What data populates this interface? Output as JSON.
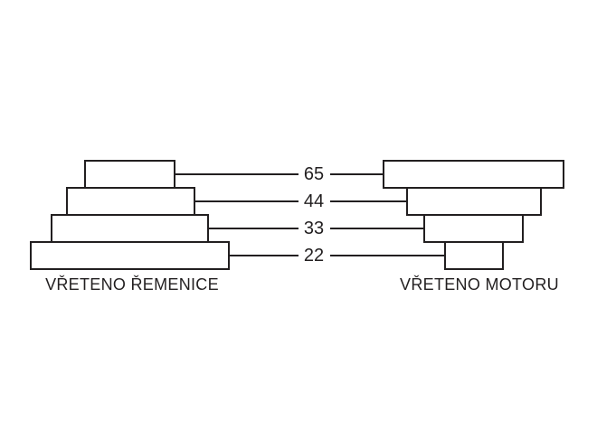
{
  "diagram": {
    "title": "belt-pulley-speed-diagram",
    "left_pulley": {
      "label": "VŘETENO ŘEMENICE"
    },
    "right_pulley": {
      "label": "VŘETENO MOTORU"
    },
    "belt_positions": [
      {
        "value": "65"
      },
      {
        "value": "44"
      },
      {
        "value": "33"
      },
      {
        "value": "22"
      }
    ],
    "colors": {
      "ink": "#221f20",
      "background": "#ffffff"
    }
  }
}
